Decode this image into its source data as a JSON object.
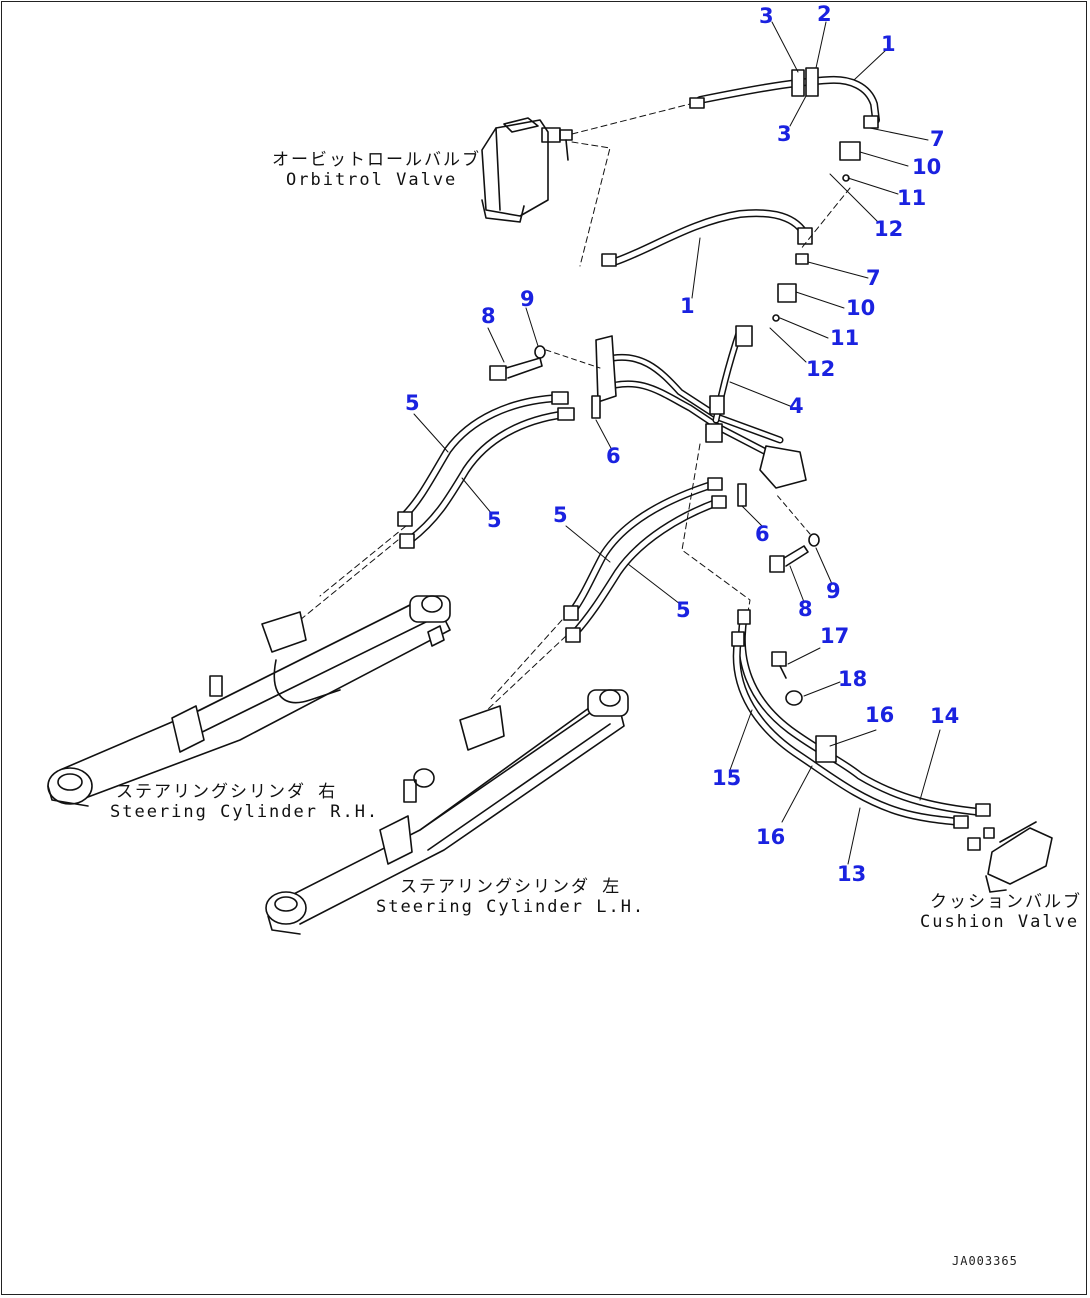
{
  "labels": {
    "orbitrol": {
      "jp": "オービットロールバルブ",
      "en": "Orbitrol Valve"
    },
    "steer_rh": {
      "jp": "ステアリングシリンダ 右",
      "en": "Steering Cylinder R.H."
    },
    "steer_lh": {
      "jp": "ステアリングシリンダ 左",
      "en": "Steering Cylinder L.H."
    },
    "cushion": {
      "jp": "クッションバルブ",
      "en": "Cushion Valve"
    }
  },
  "callouts": [
    "3",
    "2",
    "1",
    "3",
    "7",
    "10",
    "11",
    "12",
    "1",
    "7",
    "10",
    "11",
    "12",
    "8",
    "9",
    "5",
    "4",
    "6",
    "5",
    "6",
    "5",
    "5",
    "8",
    "9",
    "17",
    "18",
    "16",
    "14",
    "15",
    "16",
    "13"
  ],
  "drawing_code": "JA003365",
  "colors": {
    "callout": "#1a22e0",
    "line": "#111111"
  }
}
